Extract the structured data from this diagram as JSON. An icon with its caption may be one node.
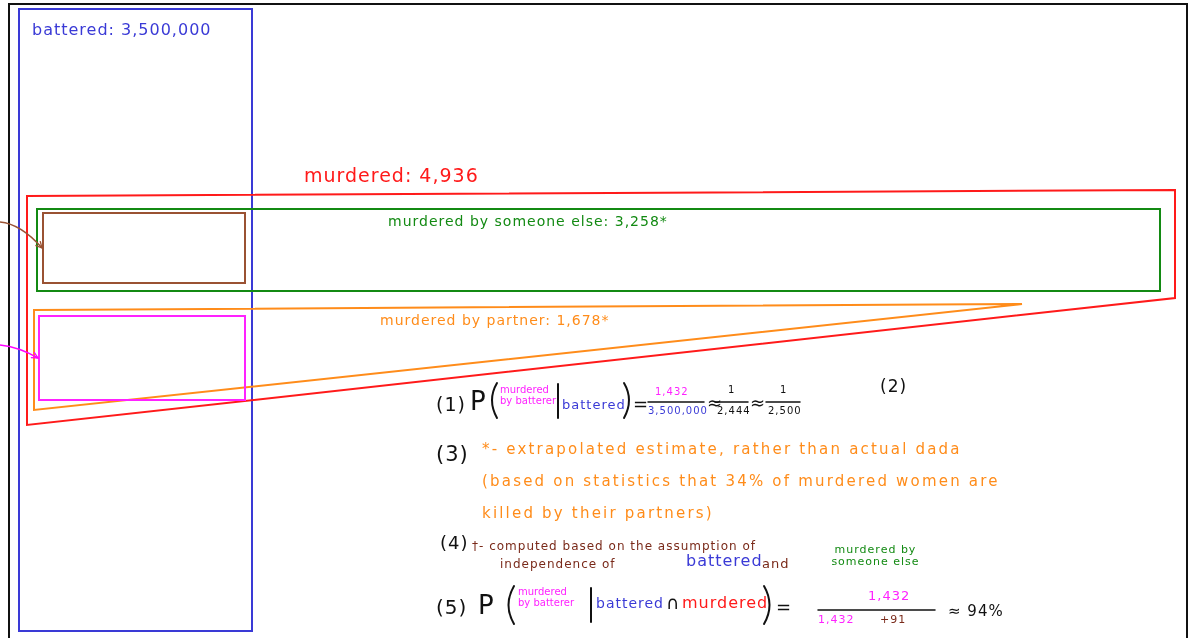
{
  "diagram": {
    "nodes": [
      {
        "text": [
          "battered: 3,500,000"
        ]
      },
      {
        "text": [
          "murdered: 4,936"
        ]
      },
      {
        "text": [
          "murdered by someone else: 3,258*"
        ],
        "in": 1
      },
      {
        "text": [],
        "shape": "box"
      },
      {
        "text": [
          "murdered by partner: 1,678*"
        ],
        "in": 1
      },
      {
        "text": [],
        "shape": "box"
      }
    ],
    "edges": [
      {
        "from": null,
        "to": 3,
        "arrow": "to",
        "color": "#9a5233"
      },
      {
        "from": null,
        "to": 5,
        "arrow": "to",
        "color": "#ff00ff"
      }
    ],
    "labels": [
      "(1)",
      "P",
      "murdered by batterer",
      "battered",
      "=",
      "1,432",
      "3,500,000",
      "≈",
      "1",
      "2,444",
      "≈",
      "1",
      "2,500",
      "(2)",
      "(3)",
      "*- extrapolated estimate, rather than actual dada (based on statistics that 34% of murdered women are killed by their partners)",
      "(4)",
      "†- computed based on the assumption of",
      "independence of",
      "battered",
      "and",
      "murdered by someone else",
      "(5)",
      "P",
      "murdered by batterer",
      "battered",
      "∩",
      "murdered",
      "=",
      "1,432",
      "1,432",
      "+91",
      "≈ 94%"
    ]
  }
}
